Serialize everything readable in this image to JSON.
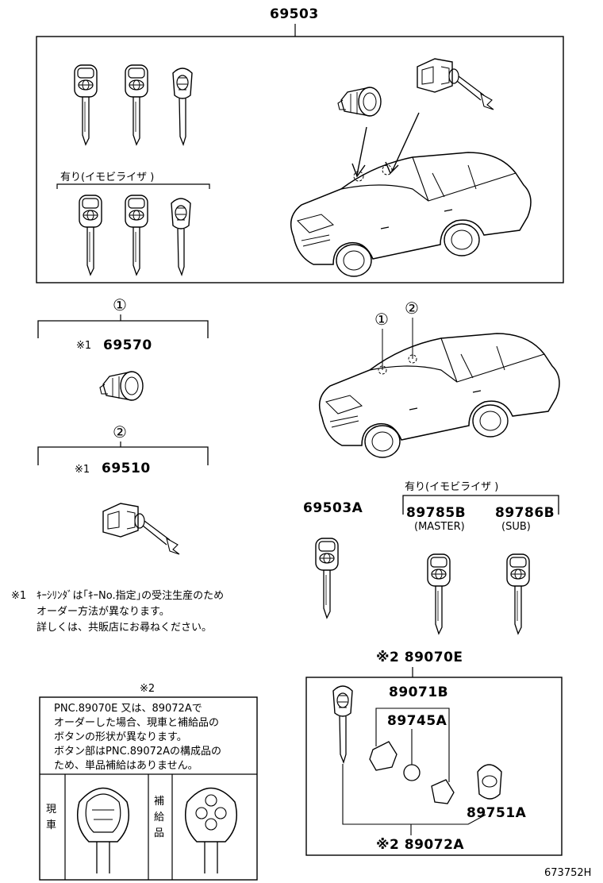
{
  "main": {
    "part_number": "69503",
    "immobilizer_label": "有り(イモビライザ )"
  },
  "callout_1": {
    "marker": "①",
    "note_mark": "※1",
    "part_number": "69570"
  },
  "callout_2": {
    "marker": "②",
    "note_mark": "※1",
    "part_number": "69510"
  },
  "car_markers": [
    "①",
    "②"
  ],
  "right_keys": {
    "immobilizer_label": "有り(イモビライザ )",
    "key_a": "69503A",
    "master": {
      "part_number": "89785B",
      "sub_label": "(MASTER)"
    },
    "sub": {
      "part_number": "89786B",
      "sub_label": "(SUB)"
    }
  },
  "note_1": {
    "mark": "※1",
    "lines": [
      "ｷｰｼﾘﾝﾀﾞは｢ｷｰNo.指定｣の受注生産のため",
      "オーダー方法が異なります。",
      "詳しくは、共販店にお尋ねください。"
    ]
  },
  "note_2": {
    "mark": "※2",
    "lines": [
      "PNC.89070E 又は、89072Aで",
      "オーダーした場合、現車と補給品の",
      "ボタンの形状が異なります。",
      "ボタン部はPNC.89072Aの構成品の",
      "ため、単品補給はありません。"
    ],
    "left_label": "現車",
    "right_label": "補給品"
  },
  "remote_box": {
    "top_label": "※2 89070E",
    "parts": [
      "89071B",
      "89745A",
      "89751A"
    ],
    "bottom_label": "※2 89072A"
  },
  "footer_code": "673752H"
}
